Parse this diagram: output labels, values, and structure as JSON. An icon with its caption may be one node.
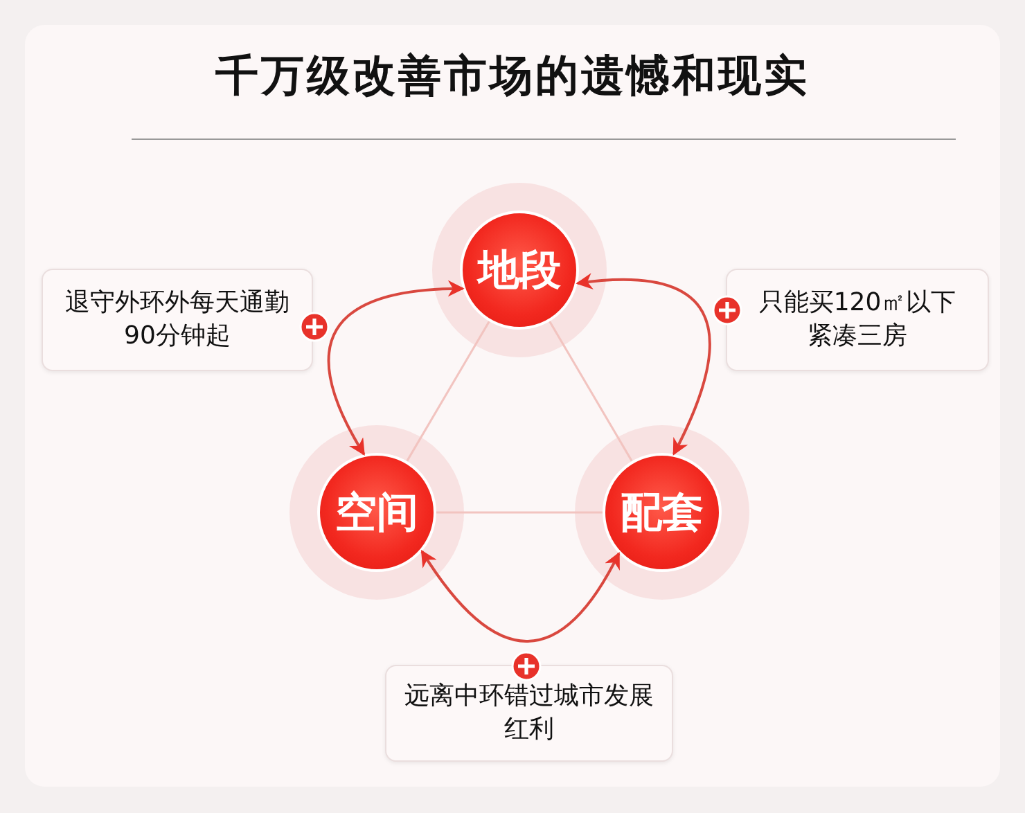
{
  "diagram": {
    "title": "千万级改善市场的遗憾和现实",
    "nodes": [
      {
        "text": [
          "地段"
        ]
      },
      {
        "text": [
          "空间"
        ]
      },
      {
        "text": [
          "配套"
        ]
      },
      {
        "text": [
          "退守外环外每天通勤90分钟起"
        ]
      },
      {
        "text": [
          "只能买120㎡以下紧凑三房"
        ]
      },
      {
        "text": [
          "远离中环错过城市发展红利"
        ]
      }
    ],
    "edges": [
      {
        "from": 0,
        "to": 1,
        "arrow": "both"
      },
      {
        "from": 0,
        "to": 2,
        "arrow": "both"
      },
      {
        "from": 1,
        "to": 2,
        "arrow": "both"
      },
      {
        "from": 0,
        "to": 1,
        "arrow": "none",
        "color": "#f2c4c0"
      },
      {
        "from": 0,
        "to": 2,
        "arrow": "none",
        "color": "#f2c4c0"
      },
      {
        "from": 1,
        "to": 2,
        "arrow": "none",
        "color": "#f2c4c0"
      }
    ]
  }
}
